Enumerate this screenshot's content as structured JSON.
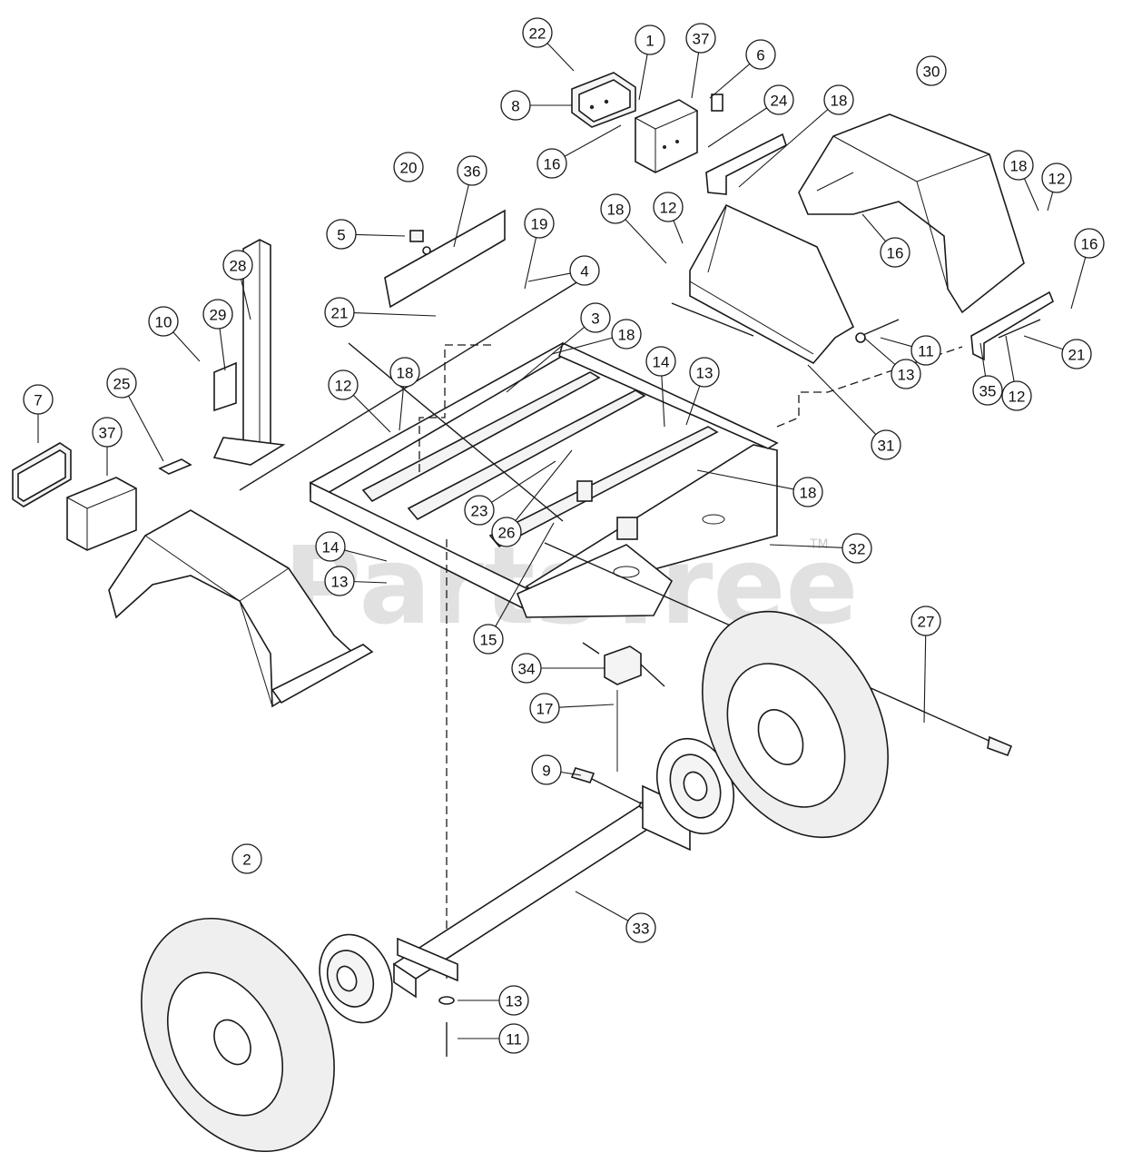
{
  "watermark": {
    "text": "PartsTree",
    "trademark": "TM"
  },
  "callouts": [
    {
      "label": "22"
    },
    {
      "label": "1"
    },
    {
      "label": "37"
    },
    {
      "label": "6"
    },
    {
      "label": "8"
    },
    {
      "label": "24"
    },
    {
      "label": "16"
    },
    {
      "label": "18"
    },
    {
      "label": "30"
    },
    {
      "label": "20"
    },
    {
      "label": "36"
    },
    {
      "label": "5"
    },
    {
      "label": "19"
    },
    {
      "label": "12"
    },
    {
      "label": "18"
    },
    {
      "label": "18"
    },
    {
      "label": "12"
    },
    {
      "label": "16"
    },
    {
      "label": "16"
    },
    {
      "label": "28"
    },
    {
      "label": "4"
    },
    {
      "label": "21"
    },
    {
      "label": "10"
    },
    {
      "label": "29"
    },
    {
      "label": "3"
    },
    {
      "label": "18"
    },
    {
      "label": "14"
    },
    {
      "label": "13"
    },
    {
      "label": "11"
    },
    {
      "label": "21"
    },
    {
      "label": "13"
    },
    {
      "label": "12"
    },
    {
      "label": "25"
    },
    {
      "label": "18"
    },
    {
      "label": "12"
    },
    {
      "label": "35"
    },
    {
      "label": "7"
    },
    {
      "label": "37"
    },
    {
      "label": "31"
    },
    {
      "label": "18"
    },
    {
      "label": "23"
    },
    {
      "label": "26"
    },
    {
      "label": "32"
    },
    {
      "label": "14"
    },
    {
      "label": "13"
    },
    {
      "label": "15"
    },
    {
      "label": "27"
    },
    {
      "label": "34"
    },
    {
      "label": "17"
    },
    {
      "label": "9"
    },
    {
      "label": "2"
    },
    {
      "label": "33"
    },
    {
      "label": "13"
    },
    {
      "label": "11"
    }
  ]
}
